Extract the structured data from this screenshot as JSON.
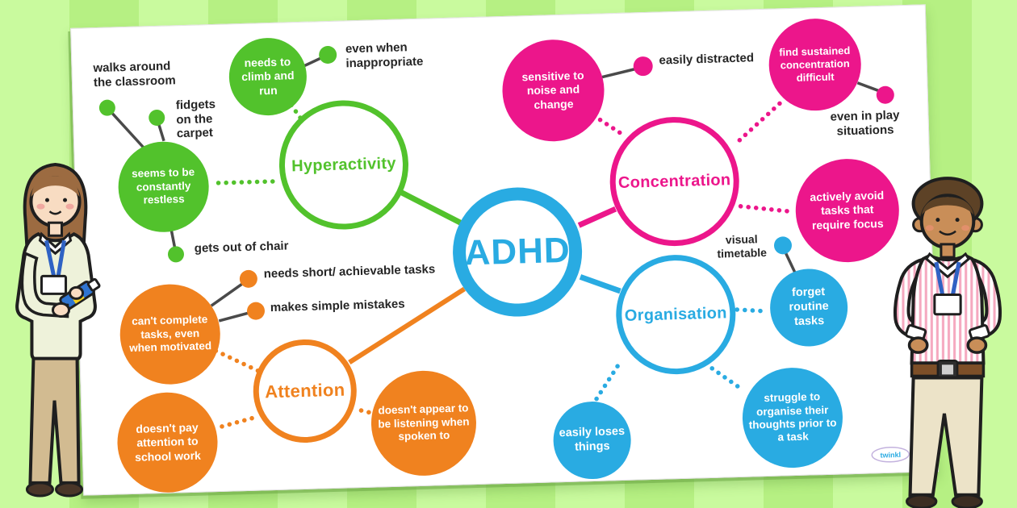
{
  "palette": {
    "green": "#52c22c",
    "pink": "#ec168b",
    "blue": "#29abe2",
    "orange": "#f0821f",
    "note_text": "#262626",
    "background_green_light": "#c9fa9e",
    "background_green_dark": "#b6f083",
    "card": "#ffffff"
  },
  "center": {
    "label": "ADHD"
  },
  "branches": {
    "hyperactivity": {
      "label": "Hyperactivity",
      "bubbles": {
        "needs_climb": "needs to climb and run",
        "restless": "seems to be constantly restless"
      },
      "notes": {
        "walks_around": "walks around the classroom",
        "fidgets": "fidgets on the carpet",
        "even_inappropriate": "even when inappropriate",
        "gets_out": "gets out of chair"
      }
    },
    "concentration": {
      "label": "Concentration",
      "bubbles": {
        "sensitive": "sensitive to noise and change",
        "find_sustained": "find sustained concentration difficult",
        "actively_avoid": "actively avoid tasks that require focus"
      },
      "notes": {
        "easily_distracted": "easily distracted",
        "even_play": "even in play situations"
      }
    },
    "organisation": {
      "label": "Organisation",
      "bubbles": {
        "forget_routine": "forget routine tasks",
        "struggle": "struggle to organise their thoughts prior to a task",
        "easily_loses": "easily loses things"
      },
      "notes": {
        "visual_timetable": "visual timetable"
      }
    },
    "attention": {
      "label": "Attention",
      "bubbles": {
        "cant_complete": "can't complete tasks, even when motivated",
        "doesnt_pay": "doesn't pay attention to school work",
        "doesnt_appear": "doesn't appear to be listening when spoken to"
      },
      "notes": {
        "needs_short": "needs short/ achievable tasks",
        "makes_simple": "makes simple mistakes"
      }
    }
  },
  "logo": {
    "text": "twinkl"
  }
}
